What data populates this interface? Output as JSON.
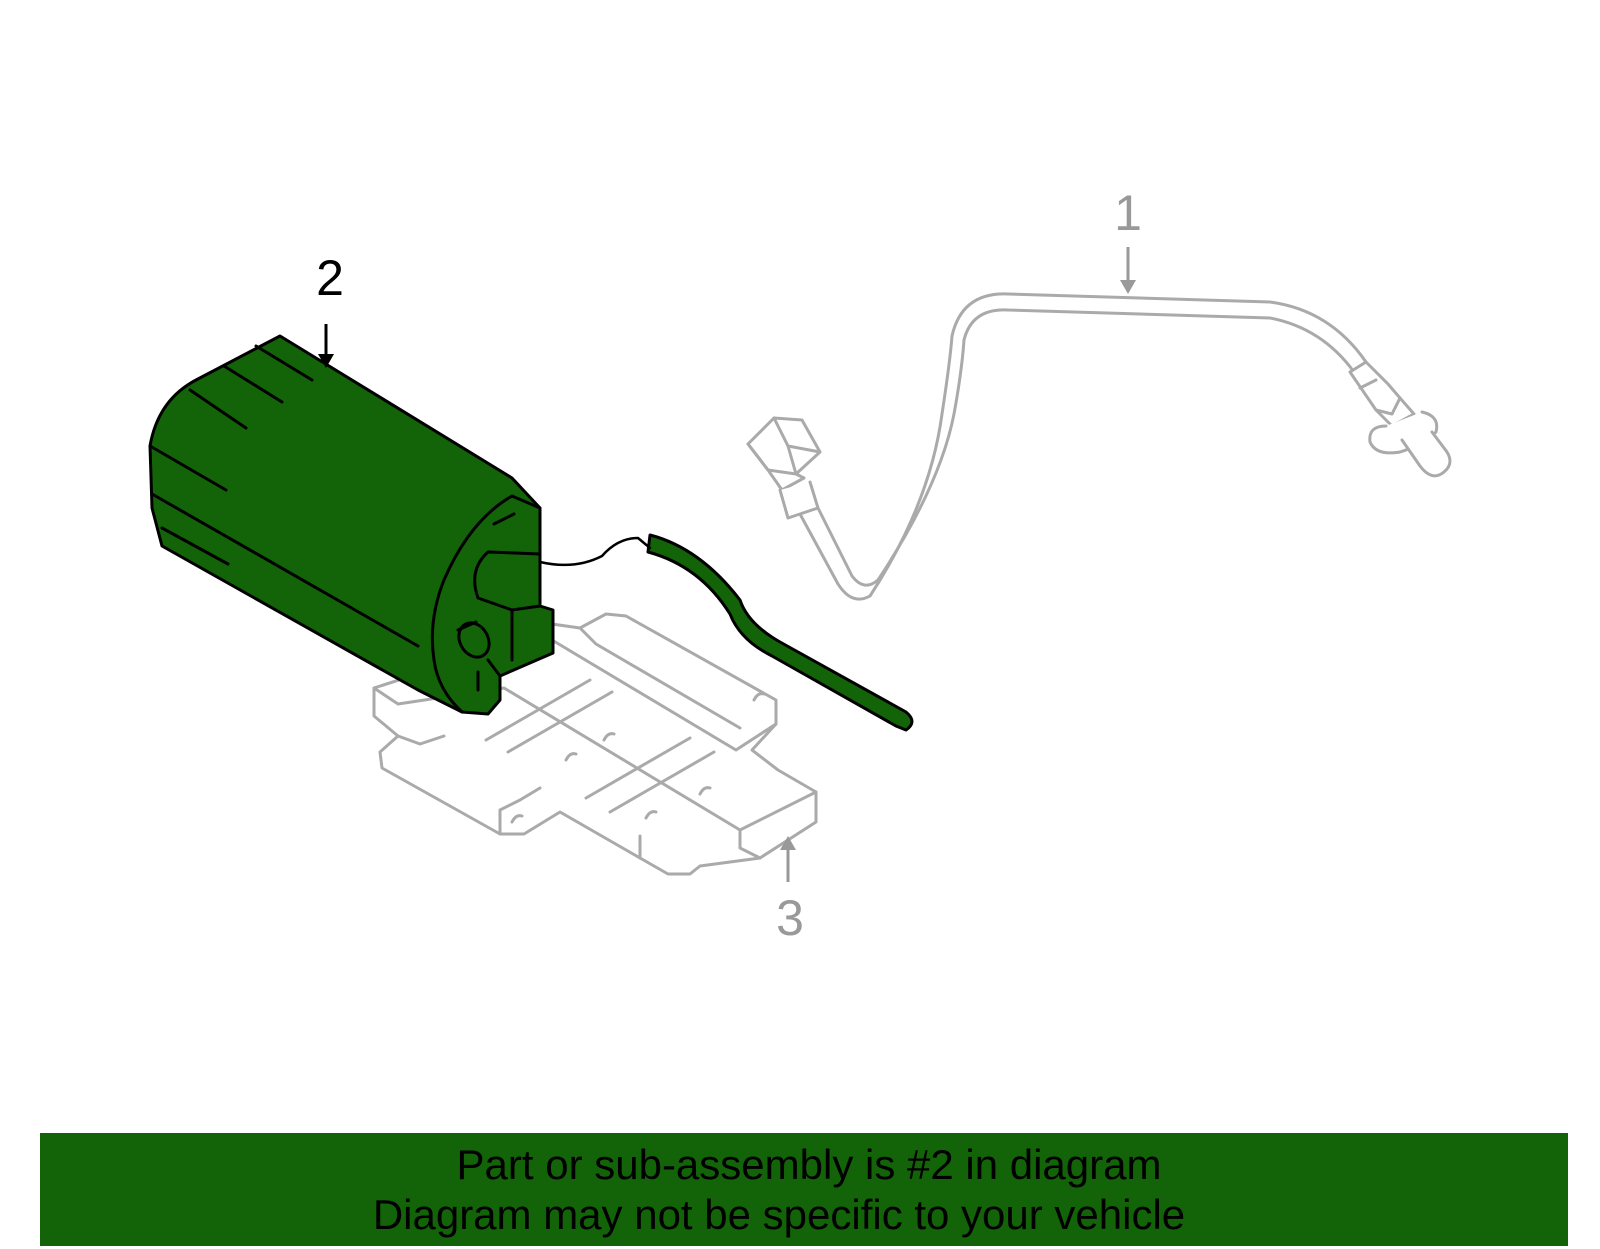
{
  "diagram": {
    "callouts": [
      {
        "id": "1",
        "label": "1",
        "color": "#999999"
      },
      {
        "id": "2",
        "label": "2",
        "color": "#000000"
      },
      {
        "id": "3",
        "label": "3",
        "color": "#999999"
      }
    ],
    "parts": [
      {
        "callout": "1",
        "name": "oxygen-sensor",
        "highlighted": false,
        "color": "#aaaaaa"
      },
      {
        "callout": "2",
        "name": "vapor-canister",
        "highlighted": true,
        "color": "#136308"
      },
      {
        "callout": "3",
        "name": "canister-bracket",
        "highlighted": false,
        "color": "#aaaaaa"
      }
    ]
  },
  "banner": {
    "line1": "Part or sub-assembly is #2 in diagram",
    "line2": "Diagram may not be specific to your vehicle",
    "background": "#136308"
  }
}
